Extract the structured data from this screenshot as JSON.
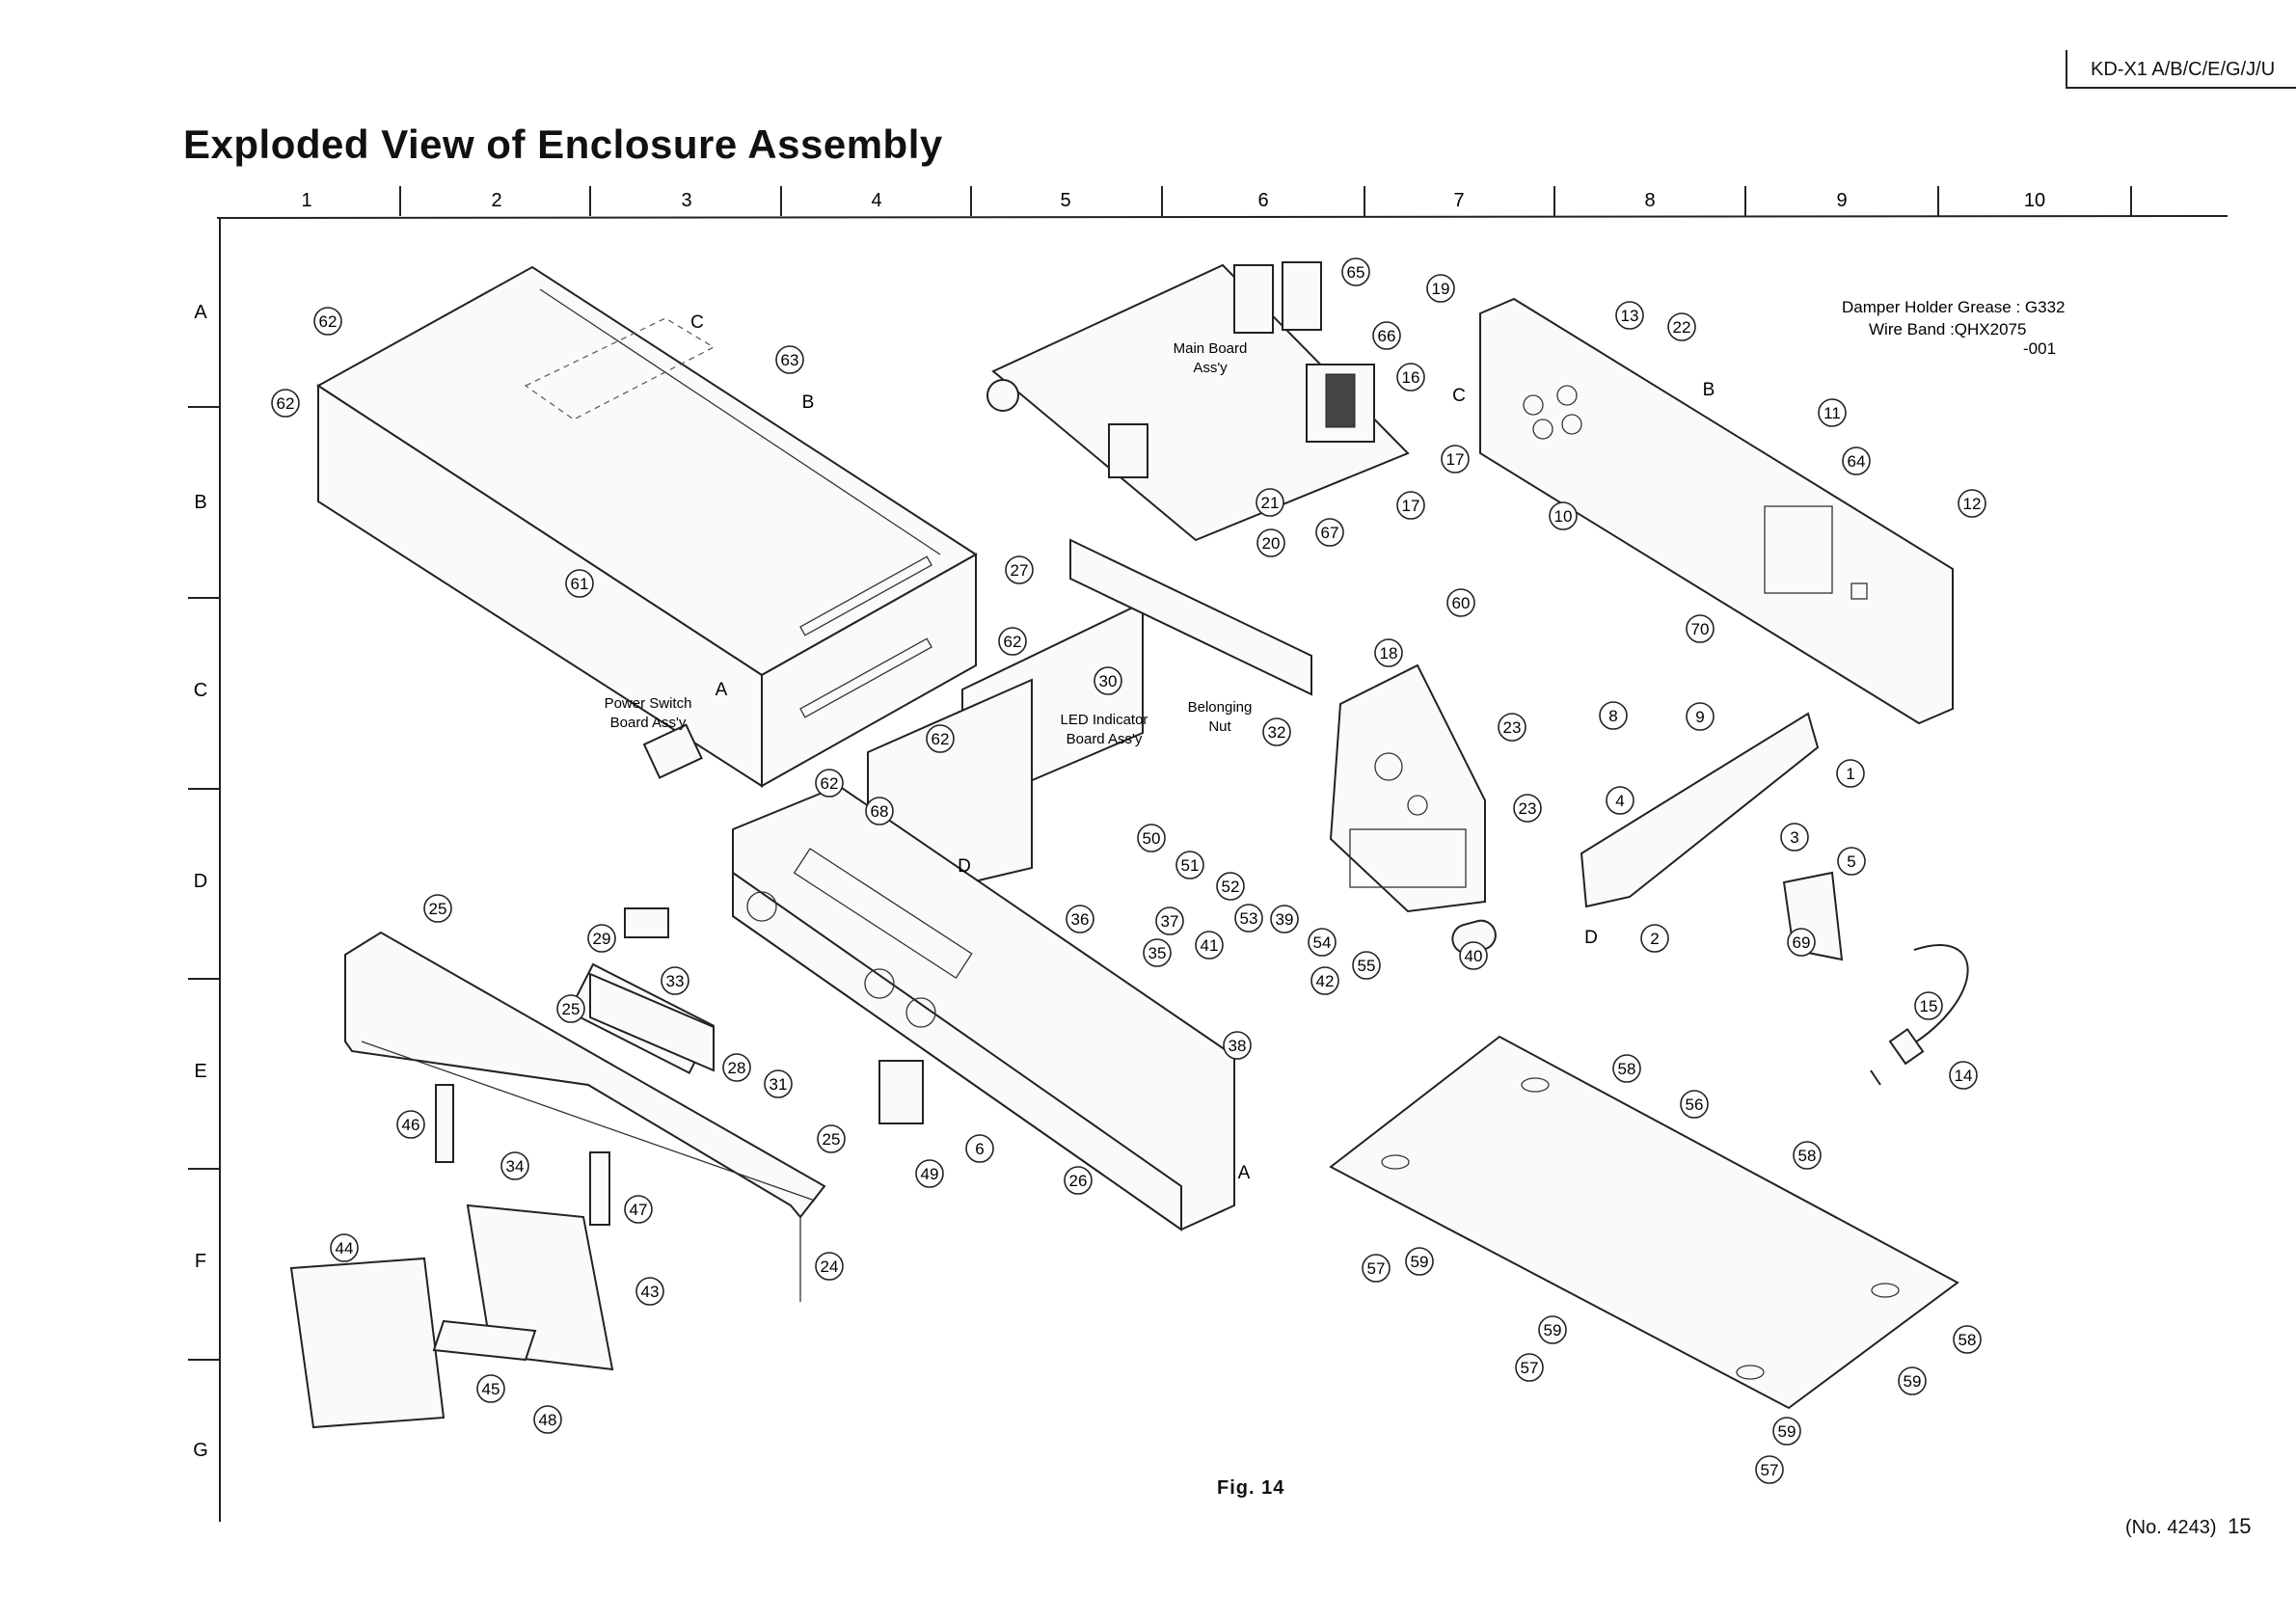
{
  "header": {
    "model": "KD-X1 A/B/C/E/G/J/U",
    "title": "Exploded View of Enclosure Assembly"
  },
  "grid": {
    "columns": [
      "1",
      "2",
      "3",
      "4",
      "5",
      "6",
      "7",
      "8",
      "9",
      "10"
    ],
    "rows": [
      "A",
      "B",
      "C",
      "D",
      "E",
      "F",
      "G"
    ]
  },
  "notes": {
    "grease": "Damper Holder Grease : G332",
    "wire_band_1": "Wire  Band  :QHX2075",
    "wire_band_2": "-001"
  },
  "assembly_labels": [
    {
      "id": "main-board",
      "lines": [
        "Main Board",
        "Ass'y"
      ]
    },
    {
      "id": "power-switch",
      "lines": [
        "Power Switch",
        "Board Ass'y"
      ]
    },
    {
      "id": "led-indicator",
      "lines": [
        "LED  Indicator",
        "Board Ass'y"
      ]
    },
    {
      "id": "belonging-nut",
      "lines": [
        "Belonging",
        "Nut"
      ]
    }
  ],
  "letter_markers": [
    "C",
    "B",
    "A",
    "C",
    "B",
    "D",
    "D",
    "A"
  ],
  "parts": [
    "1",
    "2",
    "3",
    "4",
    "5",
    "6",
    "8",
    "9",
    "10",
    "11",
    "12",
    "13",
    "14",
    "15",
    "16",
    "17",
    "17",
    "18",
    "19",
    "20",
    "21",
    "22",
    "23",
    "23",
    "24",
    "25",
    "25",
    "25",
    "26",
    "27",
    "28",
    "29",
    "30",
    "31",
    "32",
    "33",
    "34",
    "35",
    "36",
    "37",
    "38",
    "39",
    "40",
    "41",
    "42",
    "43",
    "44",
    "45",
    "46",
    "47",
    "48",
    "49",
    "50",
    "51",
    "52",
    "53",
    "54",
    "55",
    "56",
    "57",
    "57",
    "57",
    "58",
    "58",
    "58",
    "59",
    "59",
    "59",
    "59",
    "60",
    "61",
    "62",
    "62",
    "62",
    "62",
    "62",
    "63",
    "64",
    "65",
    "66",
    "67",
    "68",
    "69",
    "70"
  ],
  "footer": {
    "figure": "Fig. 14",
    "doc_no": "(No. 4243)",
    "page": "15"
  }
}
